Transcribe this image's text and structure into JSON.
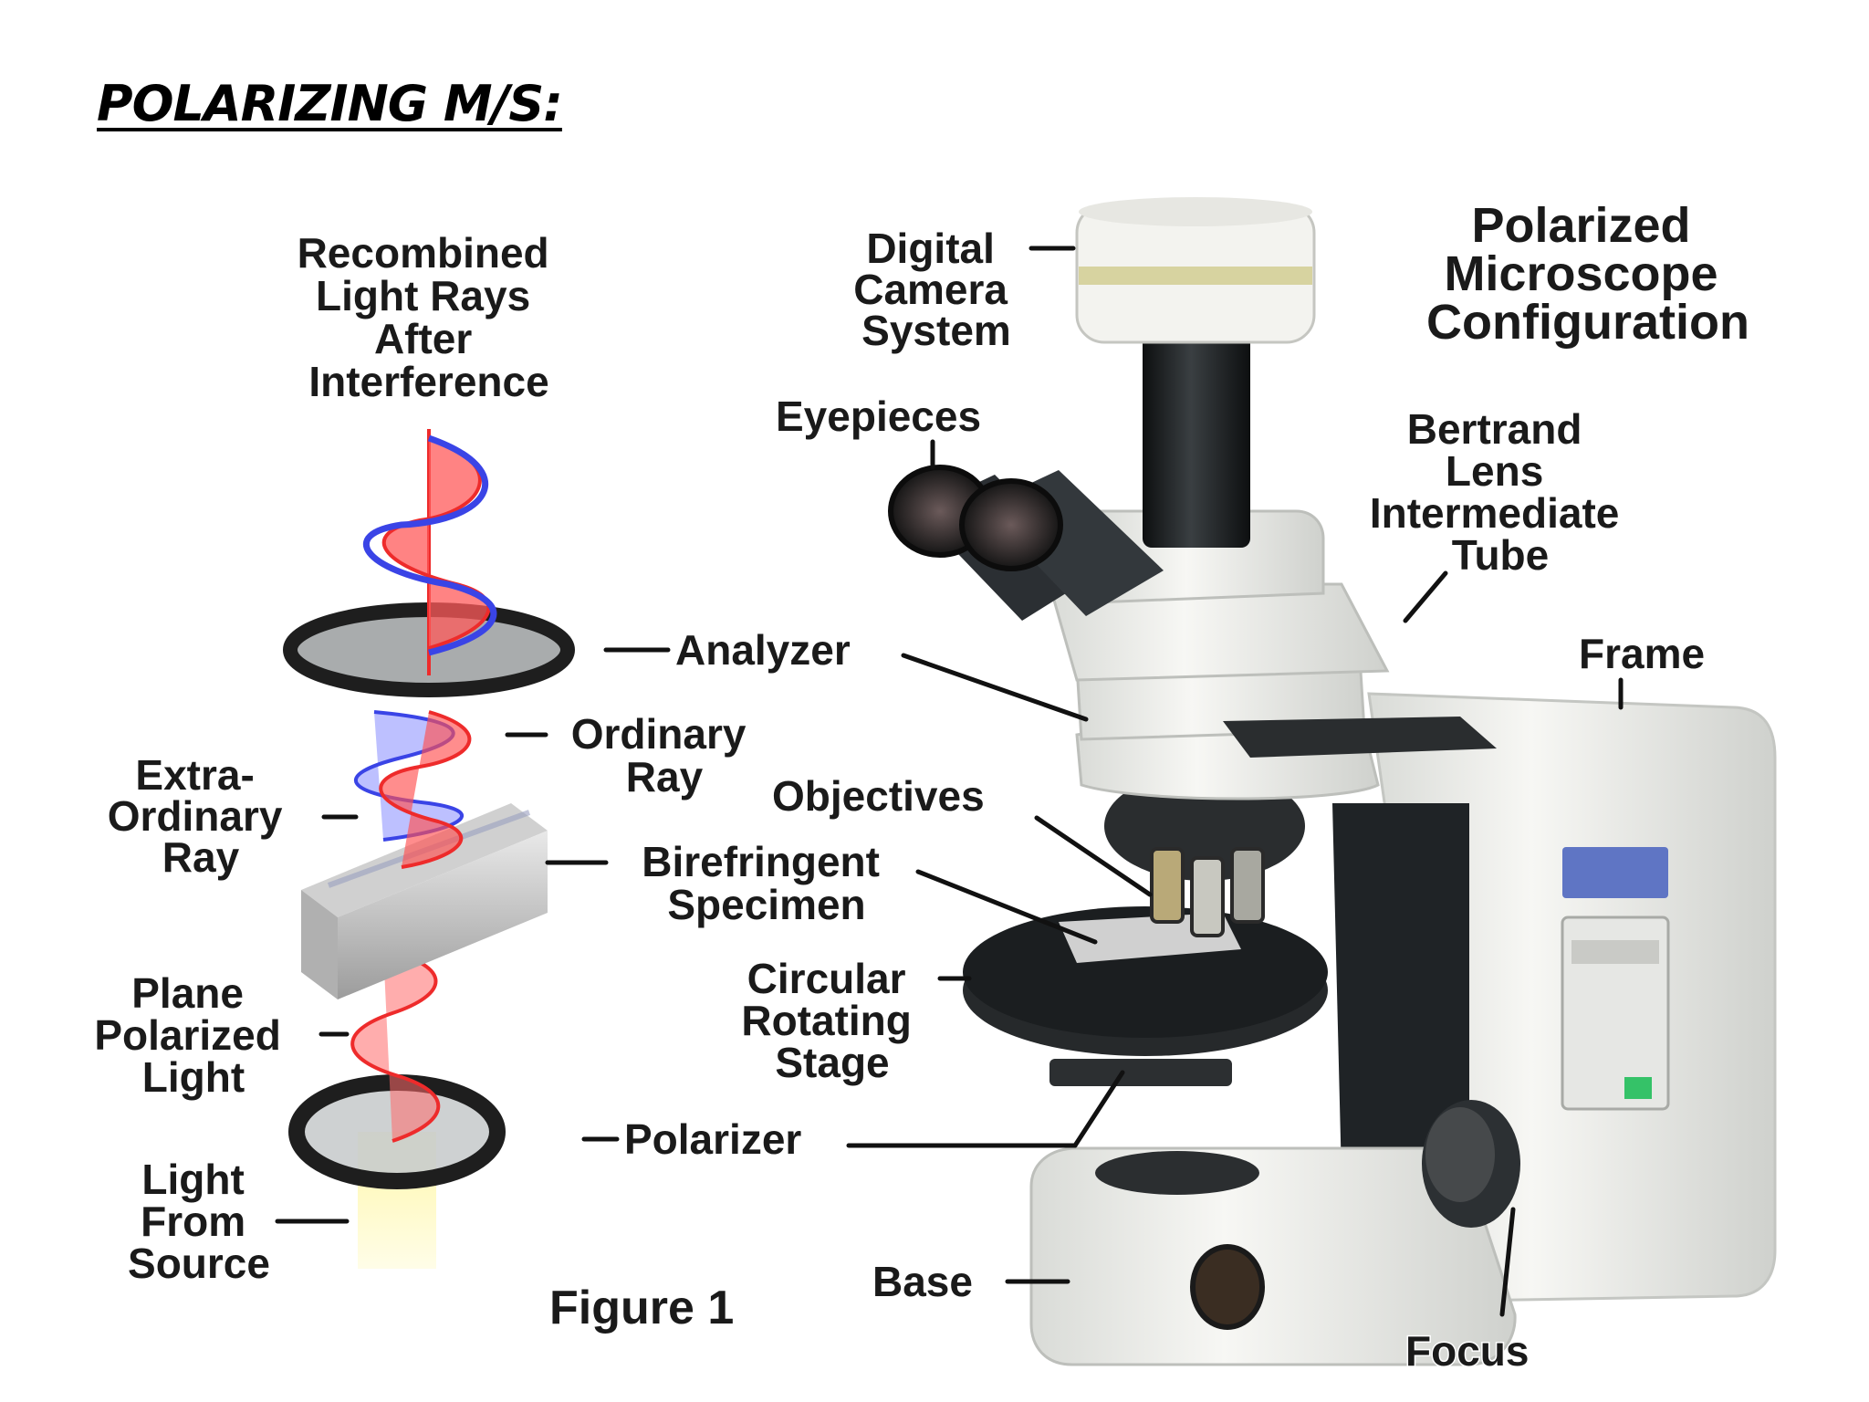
{
  "slide": {
    "title": "POLARIZING M/S:"
  },
  "figure": {
    "caption": "Figure 1",
    "heading": [
      "Polarized",
      "Microscope",
      "Configuration"
    ],
    "light_path_labels": {
      "recombined": [
        "Recombined",
        "Light Rays",
        "After",
        "Interference"
      ],
      "analyzer": "Analyzer",
      "ordinary_ray": [
        "Ordinary",
        "Ray"
      ],
      "extraordinary_ray": [
        "Extra-",
        "Ordinary",
        "Ray"
      ],
      "specimen": [
        "Birefringent",
        "Specimen"
      ],
      "plane_polarized": [
        "Plane",
        "Polarized",
        "Light"
      ],
      "polarizer": "Polarizer",
      "light_source": [
        "Light",
        "From",
        "Source"
      ]
    },
    "microscope_labels": {
      "camera": [
        "Digital",
        "Camera",
        "System"
      ],
      "eyepieces": "Eyepieces",
      "bertrand": [
        "Bertrand",
        "Lens",
        "Intermediate",
        "Tube"
      ],
      "frame": "Frame",
      "objectives": "Objectives",
      "stage": [
        "Circular",
        "Rotating",
        "Stage"
      ],
      "base": "Base",
      "focus": "Focus"
    }
  },
  "colors": {
    "ray_red": "#ee2b2b",
    "ray_blue": "#3a44e6",
    "body_white": "#f1f2ee",
    "dark": "#1f2326"
  }
}
